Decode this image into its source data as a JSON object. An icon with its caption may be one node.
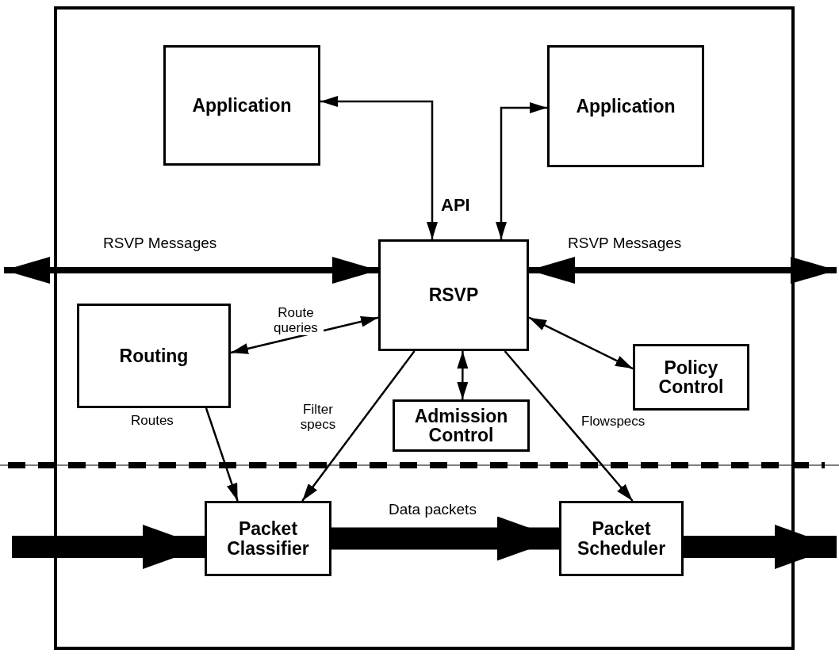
{
  "diagram": {
    "nodes": [
      {
        "text": [],
        "shape": "box"
      },
      {
        "text": [
          "Application"
        ],
        "in": 0
      },
      {
        "text": [
          "Application"
        ],
        "in": 0
      },
      {
        "text": [
          "RSVP"
        ],
        "in": 0
      },
      {
        "text": [
          "Routing"
        ],
        "in": 0
      },
      {
        "text": [
          "Policy Control"
        ],
        "in": 0
      },
      {
        "text": [
          "Admission Control"
        ],
        "in": 0
      },
      {
        "text": [
          "Packet Classifier"
        ],
        "in": 0
      },
      {
        "text": [
          "Packet Scheduler"
        ],
        "in": 0
      }
    ],
    "edges": [
      {
        "from": 1,
        "to": 3,
        "arrow": "both"
      },
      {
        "from": 2,
        "to": 3,
        "arrow": "both"
      },
      {
        "from": null,
        "to": 3,
        "arrow": "both",
        "label": "RSVP Messages",
        "style": "thick"
      },
      {
        "from": 3,
        "to": null,
        "arrow": "both",
        "label": "RSVP Messages",
        "style": "thick"
      },
      {
        "from": 4,
        "to": 3,
        "arrow": "both",
        "label": "Route queries"
      },
      {
        "from": 3,
        "to": 6,
        "arrow": "both"
      },
      {
        "from": 3,
        "to": 5,
        "arrow": "both"
      },
      {
        "from": 3,
        "to": 7,
        "arrow": "to",
        "label": "Filter specs"
      },
      {
        "from": 3,
        "to": 8,
        "arrow": "to",
        "label": "Flowspecs"
      },
      {
        "from": 4,
        "to": 7,
        "arrow": "to",
        "label": "Routes"
      },
      {
        "from": null,
        "to": 7,
        "arrow": "to",
        "style": "thick"
      },
      {
        "from": 7,
        "to": 8,
        "arrow": "to",
        "label": "Data packets",
        "style": "thick"
      },
      {
        "from": 8,
        "to": null,
        "arrow": "to",
        "style": "thick"
      }
    ],
    "labels": [
      "API"
    ]
  }
}
